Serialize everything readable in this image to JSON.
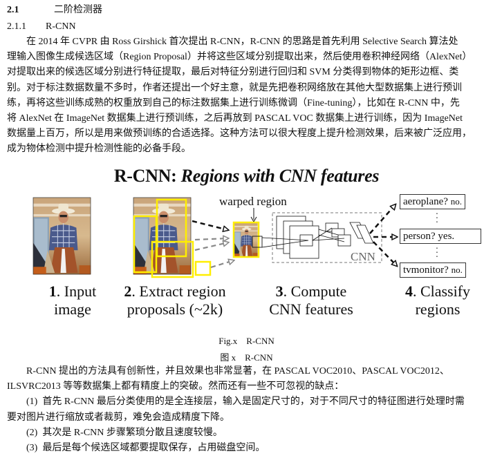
{
  "section": {
    "number": "2.1",
    "title": "二阶检测器"
  },
  "subsection": {
    "number": "2.1.1",
    "title": "R-CNN"
  },
  "paragraph1": {
    "lines": [
      "在 2014 年 CVPR 由 Ross Girshick 首次提出 R-CNN，R-CNN 的思路是首先利用 Selective Search 算法处",
      "理输入图像生成候选区域（Region Proposal）并将这些区域分别提取出来，然后使用卷积神经网络（AlexNet）",
      "对提取出来的候选区域分别进行特征提取，最后对特征分别进行回归和 SVM 分类得到物体的矩形边框、类",
      "别。对于标注数据数量不多时，作者还提出一个好主意，就是先把卷积网络放在其他大型数据集上进行预训",
      "练，再将这些训练成熟的权重放到自己的标注数据集上进行训练微调（Fine-tuning），比如在 R-CNN 中，先",
      "将 AlexNet 在 ImageNet 数据集上进行预训练，之后再放到 PASCAL VOC 数据集上进行训练，因为 ImageNet",
      "数据量上百万，所以是用来做预训练的合适选择。这种方法可以很大程度上提升检测效果，后来被广泛应用，",
      "成为物体检测中提升检测性能的必备手段。"
    ]
  },
  "figure": {
    "title_bold": "R-CNN: ",
    "title_italic": "Regions with CNN features",
    "warped_label": "warped region",
    "cnn_label": "CNN",
    "classes": [
      {
        "name": "aeroplane?",
        "answer": "no."
      },
      {
        "name": "person?",
        "answer": "yes."
      },
      {
        "name": "tvmonitor?",
        "answer": "no."
      }
    ],
    "steps": [
      {
        "num": "1",
        "line1": ". Input",
        "line2": "image"
      },
      {
        "num": "2",
        "line1": ". Extract region",
        "line2": "proposals (~2k)"
      },
      {
        "num": "3",
        "line1": ". Compute",
        "line2": "CNN features"
      },
      {
        "num": "4",
        "line1": ". Classify",
        "line2": "regions"
      }
    ],
    "colors": {
      "proposal_box": "#ffee00",
      "arrow_black": "#111111",
      "arrow_gray": "#777777"
    },
    "caption_en": "Fig.x    R-CNN",
    "caption_zh": "图 x    R-CNN"
  },
  "paragraph2": {
    "lines": [
      "R-CNN 提出的方法具有创新性，并且效果也非常显著，在 PASCAL VOC2010、PASCAL VOC2012、",
      "ILSVRC2013 等等数据集上都有精度上的突破。然而还有一些不可忽视的缺点："
    ]
  },
  "drawbacks": [
    {
      "line1": "(1)  首先 R-CNN 最后分类使用的是全连接层，输入是固定尺寸的，对于不同尺寸的特征图进行处理时需",
      "line2": "要对图片进行缩放或者裁剪，难免会造成精度下降。"
    },
    {
      "line1": "(2)  其次是 R-CNN 步骤繁琐分散且速度较慢。"
    },
    {
      "line1": "(3)  最后是每个候选区域都要提取保存，占用磁盘空间。"
    }
  ]
}
